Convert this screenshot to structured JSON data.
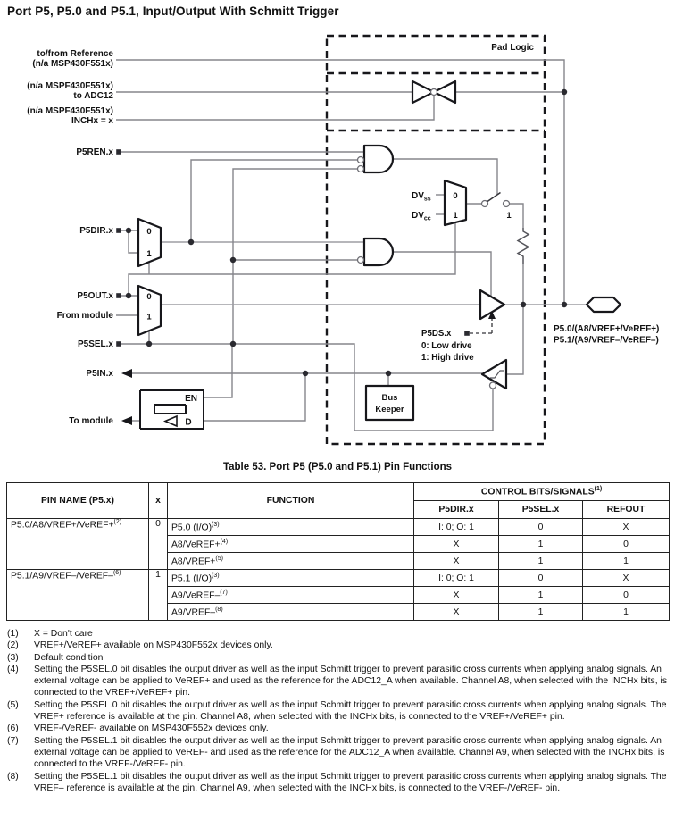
{
  "title": "Port P5, P5.0 and P5.1, Input/Output With Schmitt Trigger",
  "diagram": {
    "pad_logic": "Pad Logic",
    "labels": {
      "ref1": "to/from Reference",
      "ref2": "(n/a MSP430F551x)",
      "adc1": "(n/a MSPF430F551x)",
      "adc2": "to ADC12",
      "inch1": "(n/a MSPF430F551x)",
      "inch2": "INCHx = x",
      "p5ren": "P5REN.x",
      "p5dir": "P5DIR.x",
      "p5out": "P5OUT.x",
      "from_module": "From module",
      "p5sel": "P5SEL.x",
      "p5in": "P5IN.x",
      "to_module": "To module"
    },
    "mux_zero": "0",
    "mux_one": "1",
    "dv": "DV",
    "dv_ss": "ss",
    "dv_cc": "cc",
    "switch_one": "1",
    "p5ds_label": "P5DS.x",
    "p5ds_low": "0: Low drive",
    "p5ds_high": "1: High drive",
    "en": "EN",
    "d": "D",
    "bus1": "Bus",
    "bus2": "Keeper",
    "pin1": "P5.0/(A8/VREF+/VeREF+)",
    "pin2": "P5.1/(A9/VREF–/VeREF–)"
  },
  "table": {
    "caption": "Table 53. Port P5 (P5.0 and P5.1) Pin Functions",
    "h_pin": "PIN NAME (P5.x)",
    "h_x": "x",
    "h_func": "FUNCTION",
    "h_ctrl": "CONTROL BITS/SIGNALS",
    "h_ctrl_sup": "(1)",
    "h_p5dir": "P5DIR.x",
    "h_p5sel": "P5SEL.x",
    "h_refout": "REFOUT",
    "groups": [
      {
        "pin": "P5.0/A8/VREF+/VeREF+",
        "pin_sup": "(2)",
        "x": "0",
        "rows": [
          {
            "f": "P5.0 (I/O)",
            "fs": "(3)",
            "dir": "I: 0; O: 1",
            "sel": "0",
            "ref": "X"
          },
          {
            "f": "A8/VeREF+",
            "fs": "(4)",
            "dir": "X",
            "sel": "1",
            "ref": "0"
          },
          {
            "f": "A8/VREF+",
            "fs": "(5)",
            "dir": "X",
            "sel": "1",
            "ref": "1"
          }
        ]
      },
      {
        "pin": "P5.1/A9/VREF–/VeREF–",
        "pin_sup": "(6)",
        "x": "1",
        "rows": [
          {
            "f": "P5.1 (I/O)",
            "fs": "(3)",
            "dir": "I: 0; O: 1",
            "sel": "0",
            "ref": "X"
          },
          {
            "f": "A9/VeREF–",
            "fs": "(7)",
            "dir": "X",
            "sel": "1",
            "ref": "0"
          },
          {
            "f": "A9/VREF–",
            "fs": "(8)",
            "dir": "X",
            "sel": "1",
            "ref": "1"
          }
        ]
      }
    ]
  },
  "footnotes": [
    {
      "num": "(1)",
      "text": "X = Don't care"
    },
    {
      "num": "(2)",
      "text": "VREF+/VeREF+ available on MSP430F552x devices only."
    },
    {
      "num": "(3)",
      "text": "Default condition"
    },
    {
      "num": "(4)",
      "text": "Setting the P5SEL.0 bit disables the output driver as well as the input Schmitt trigger to prevent parasitic cross currents when applying analog signals. An external voltage can be applied to VeREF+ and used as the reference for the ADC12_A when available. Channel A8, when selected with the INCHx bits, is connected to the VREF+/VeREF+ pin."
    },
    {
      "num": "(5)",
      "text": "Setting the P5SEL.0 bit disables the output driver as well as the input Schmitt trigger to prevent parasitic cross currents when applying analog signals. The VREF+ reference is available at the pin. Channel A8, when selected with the INCHx bits, is connected to the VREF+/VeREF+ pin."
    },
    {
      "num": "(6)",
      "text": "VREF-/VeREF- available on MSP430F552x devices only."
    },
    {
      "num": "(7)",
      "text": "Setting the P5SEL.1 bit disables the output driver as well as the input Schmitt trigger to prevent parasitic cross currents when applying analog signals. An external voltage can be applied to VeREF- and used as the reference for the ADC12_A when available. Channel A9, when selected with the INCHx bits, is connected to the VREF-/VeREF- pin."
    },
    {
      "num": "(8)",
      "text": "Setting the P5SEL.1 bit disables the output driver as well as the input Schmitt trigger to prevent parasitic cross currents when applying analog signals. The VREF– reference is available at the pin. Channel A9, when selected with the INCHx bits, is connected to the VREF-/VeREF- pin."
    }
  ]
}
